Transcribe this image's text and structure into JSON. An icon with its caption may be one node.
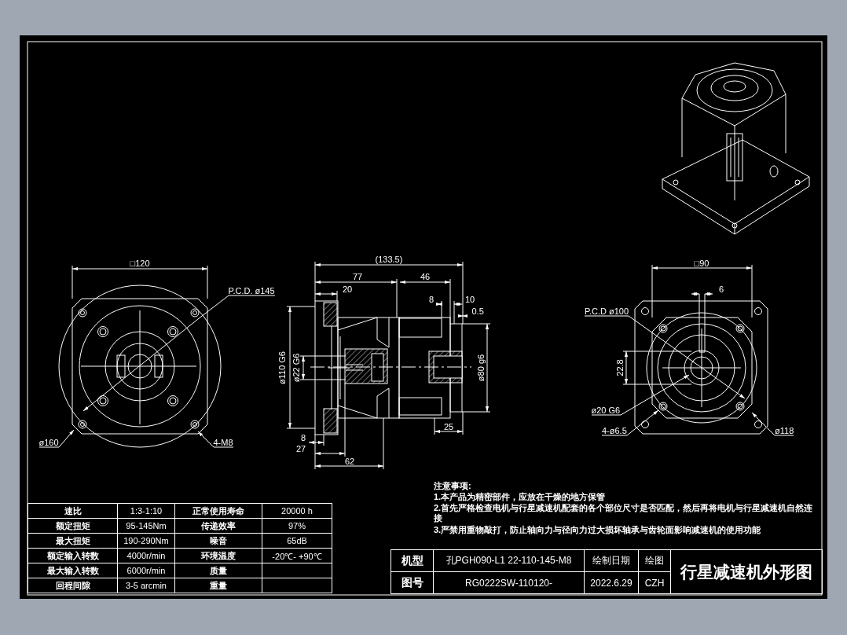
{
  "diagram": {
    "nodes": [
      {
        "text": [
          "P.C.D. ø145"
        ]
      },
      {
        "text": [
          "ø160"
        ]
      },
      {
        "text": [
          "4-M8"
        ]
      },
      {
        "text": [
          "P.C.D ø100"
        ]
      },
      {
        "text": [
          "ø20 G6"
        ]
      },
      {
        "text": [
          "4-ø6.5"
        ]
      },
      {
        "text": [
          "ø118"
        ]
      }
    ],
    "edges": [
      {
        "from": 0,
        "to": null,
        "arrow": "to"
      },
      {
        "from": 1,
        "to": null,
        "arrow": "to"
      },
      {
        "from": 2,
        "to": null,
        "arrow": "to"
      },
      {
        "from": 3,
        "to": null,
        "arrow": "to"
      },
      {
        "from": 4,
        "to": null,
        "arrow": "to"
      },
      {
        "from": 5,
        "to": null,
        "arrow": "to"
      },
      {
        "from": 6,
        "to": null,
        "arrow": "to"
      }
    ],
    "labels": [
      "□120",
      "(133.5)",
      "□90",
      "77",
      "46",
      "20",
      "6",
      "8",
      "10",
      "0.5",
      "ø110 G6",
      "ø22 G6",
      "ø80 g6",
      "22.8",
      "25",
      "8",
      "27",
      "62",
      "速比",
      "1:3-1:10",
      "正常使用寿命",
      "20000 h",
      "额定扭矩",
      "95-145Nm",
      "传递效率",
      "97%",
      "最大扭矩",
      "190-290Nm",
      "噪音",
      "65dB",
      "额定输入转数",
      "4000r/min",
      "环境温度",
      "-20℃- +90℃",
      "最大输入转数",
      "6000r/min",
      "质量",
      "回程间隙",
      "3-5 arcmin",
      "重量",
      "注意事项:",
      "1.本产品为精密部件，应放在干燥的地方保管",
      "2.首先严格检查电机与行星减速机配套的各个部位尺寸是否匹配，然后再将电机与行星减速机自然连接",
      "3.严禁用重物敲打，防止轴向力与径向力过大损坏轴承与齿轮面影响减速机的使用功能",
      "机型",
      "孔PGH090-L1 22-110-145-M8",
      "绘制日期",
      "绘图",
      "行星减速机外形图",
      "图号",
      "RG0222SW-110120-",
      "2022.6.29",
      "CZH"
    ]
  }
}
